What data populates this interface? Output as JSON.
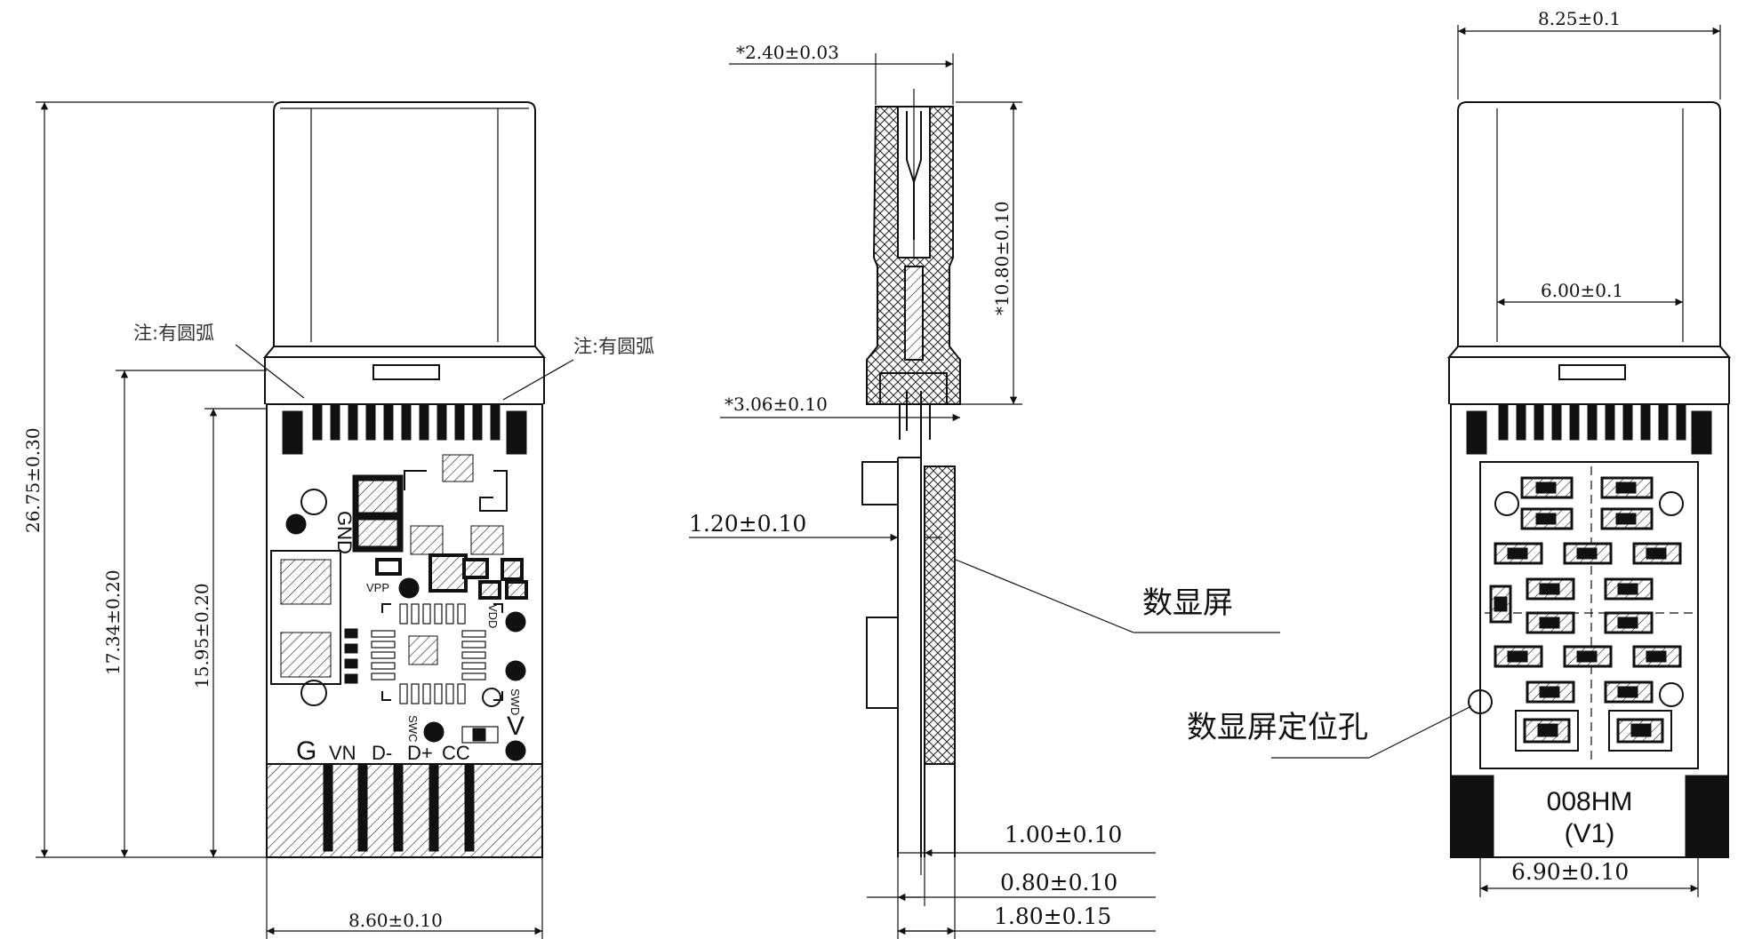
{
  "left_view": {
    "dims": {
      "height_total": "26.75±0.30",
      "height_pcb": "17.34±0.20",
      "height_inner": "15.95±0.20",
      "width": "8.60±0.10"
    },
    "notes": [
      "注:有圆弧",
      "注:有圆弧"
    ],
    "pcb_labels": {
      "gnd": "GND",
      "vpp": "VPP",
      "vdd": "VDD",
      "swd": "SWD",
      "swc": "SWC",
      "v": "V"
    },
    "pins": [
      "G",
      "VN",
      "D-",
      "D+",
      "CC"
    ]
  },
  "side_view": {
    "dims": {
      "top_width": "*2.40±0.03",
      "height": "*10.80±0.10",
      "mid_width": "*3.06±0.10",
      "gap": "1.20±0.10",
      "t1": "1.00±0.10",
      "t2": "0.80±0.10",
      "t3": "1.80±0.15"
    },
    "labels": {
      "display": "数显屏"
    }
  },
  "right_view": {
    "dims": {
      "top_width": "8.25±0.1",
      "inner_width": "6.00±0.1",
      "bottom_width": "6.90±0.10"
    },
    "labels": {
      "locating_hole": "数显屏定位孔"
    },
    "model": [
      "008HM",
      "(V1)"
    ]
  }
}
